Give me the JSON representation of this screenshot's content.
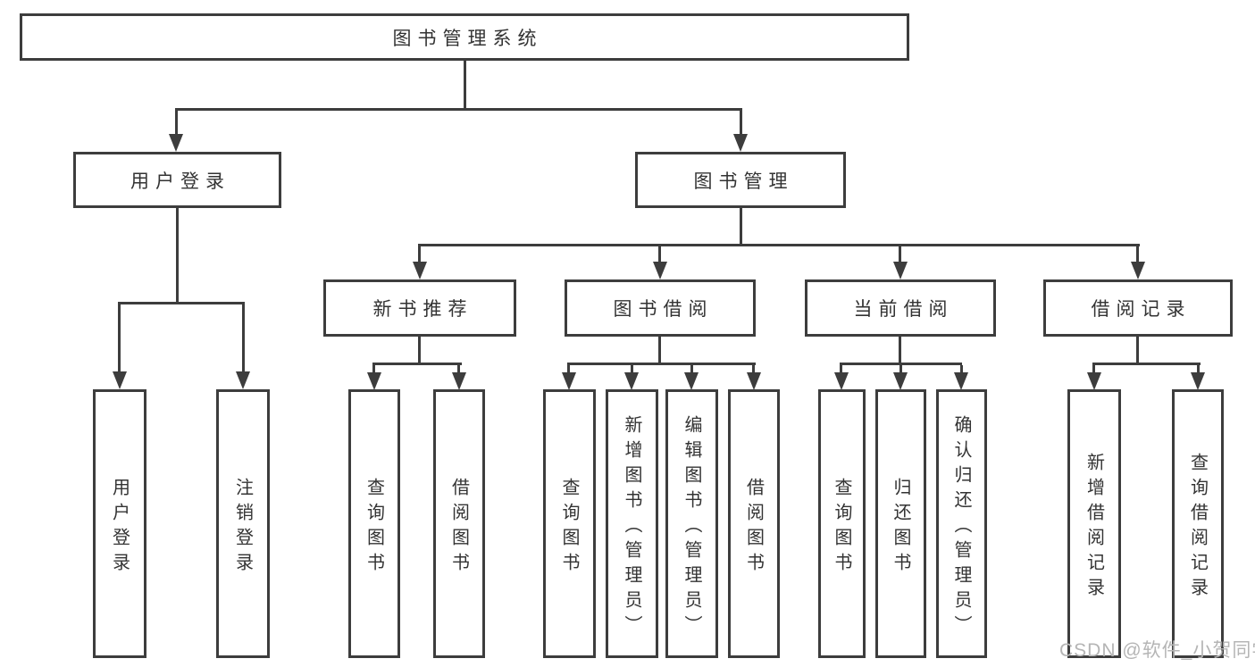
{
  "tree": {
    "label": "图书管理系统",
    "children": [
      {
        "label": "用户登录",
        "children": [
          {
            "label": "用户登录"
          },
          {
            "label": "注销登录"
          }
        ]
      },
      {
        "label": "图书管理",
        "children": [
          {
            "label": "新书推荐",
            "children": [
              {
                "label": "查询图书"
              },
              {
                "label": "借阅图书"
              }
            ]
          },
          {
            "label": "图书借阅",
            "children": [
              {
                "label": "查询图书"
              },
              {
                "label": "新增图书（管理员）"
              },
              {
                "label": "编辑图书（管理员）"
              },
              {
                "label": "借阅图书"
              }
            ]
          },
          {
            "label": "当前借阅",
            "children": [
              {
                "label": "查询图书"
              },
              {
                "label": "归还图书"
              },
              {
                "label": "确认归还（管理员）"
              }
            ]
          },
          {
            "label": "借阅记录",
            "children": [
              {
                "label": "新增借阅记录"
              },
              {
                "label": "查询借阅记录"
              }
            ]
          }
        ]
      }
    ]
  },
  "watermark": {
    "text": "CSDN @软件_小贺同学"
  },
  "colors": {
    "line": "#3d3d3d",
    "box-fill": "#ffffff",
    "text": "#333333",
    "watermark": "#b5b5b5"
  }
}
